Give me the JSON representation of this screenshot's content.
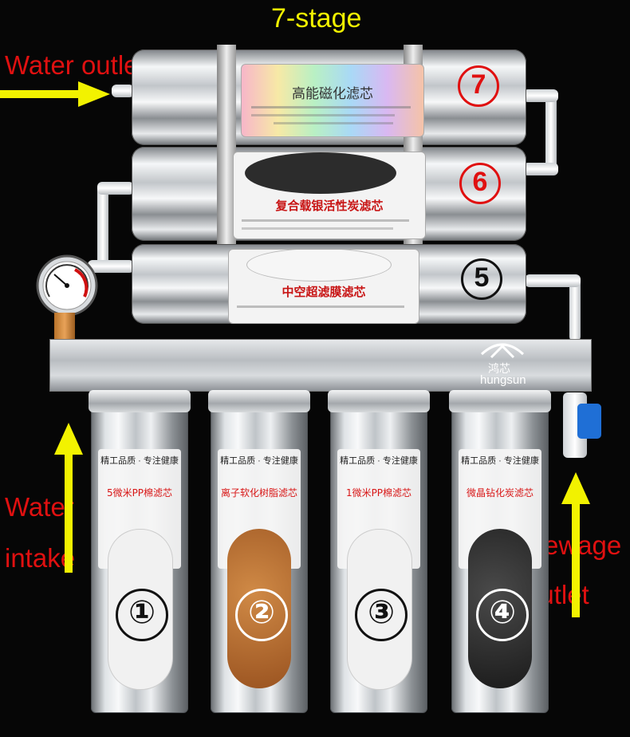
{
  "title": "7-stage",
  "labels": {
    "water_outlet": "Water outlet",
    "water_intake_line1": "Water",
    "water_intake_line2": "intake",
    "sewage_outlet_line1": "Sewage",
    "sewage_outlet_line2": "outlet"
  },
  "brand": {
    "chinese": "鸿芯",
    "latin": "hungsun"
  },
  "top_stages": [
    {
      "number": "⑦",
      "name": "高能磁化滤芯"
    },
    {
      "number": "⑥",
      "name": "复合载银活性炭滤芯"
    },
    {
      "number": "⑤",
      "name": "中空超滤膜滤芯"
    }
  ],
  "canisters": [
    {
      "number": "①",
      "name": "5微米PP棉滤芯",
      "tagline": "精工品质 · 专注健康",
      "cartridge_color": "#f1f1f1"
    },
    {
      "number": "②",
      "name": "离子软化树脂滤芯",
      "tagline": "精工品质 · 专注健康",
      "cartridge_color": "#b56a2c"
    },
    {
      "number": "③",
      "name": "1微米PP棉滤芯",
      "tagline": "精工品质 · 专注健康",
      "cartridge_color": "#f1f1f1"
    },
    {
      "number": "④",
      "name": "微晶钻化炭滤芯",
      "tagline": "精工品质 · 专注健康",
      "cartridge_color": "#2b2b2b"
    }
  ],
  "colors": {
    "title": "#f2f200",
    "label": "#e01010",
    "arrow": "#f2f200"
  }
}
